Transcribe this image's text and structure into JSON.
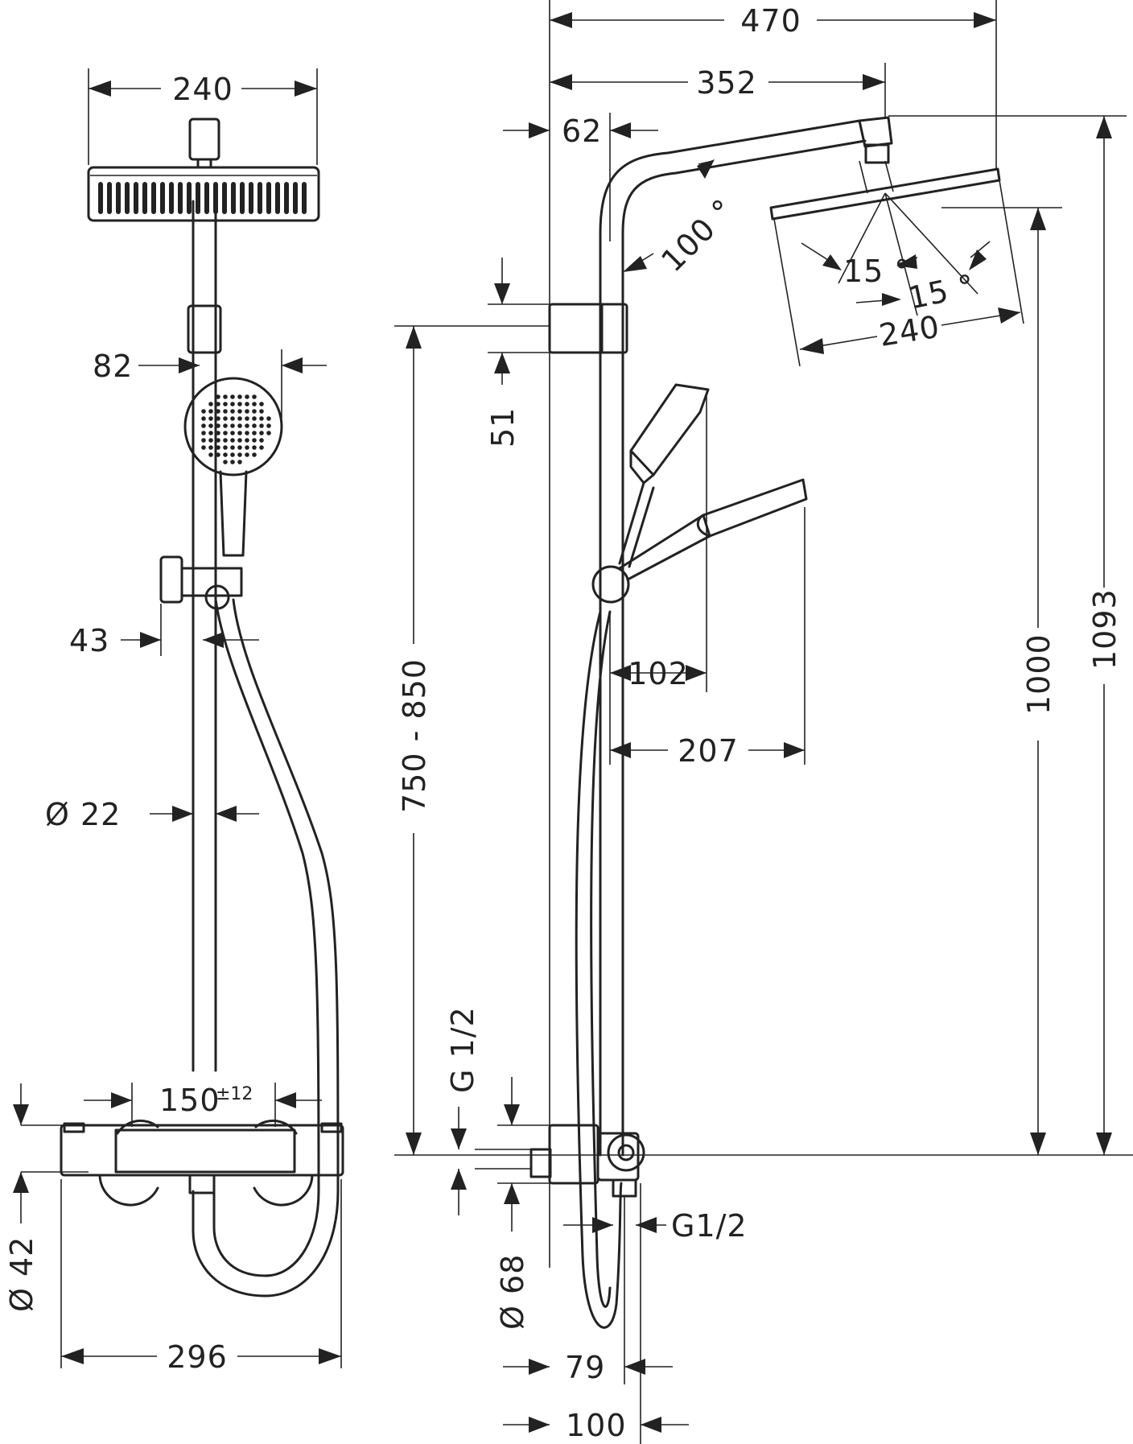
{
  "dimensions": {
    "front_width_head": "240",
    "front_handshower_depth": "82",
    "front_holder_offset": "43",
    "front_rail_diameter": "Ø 22",
    "front_thermo_spacing": "150",
    "front_thermo_spacing_tol": "±12",
    "front_thermo_diameter": "Ø 42",
    "front_thermo_width": "296",
    "side_total_width": "470",
    "side_arm_reach": "352",
    "side_wall_offset": "62",
    "side_arm_angle": "100 °",
    "side_tilt_a": "15 °",
    "side_tilt_b": "15 °",
    "side_head_width": "240",
    "side_bracket_height": "51",
    "side_adjust_range": "750 - 850",
    "side_height_rail": "1000",
    "side_height_total": "1093",
    "side_handshower_102": "102",
    "side_handshower_207": "207",
    "side_inlet_thread": "G 1/2",
    "side_outlet_thread": "G1/2",
    "side_thermo_diameter": "Ø 68",
    "side_thermo_depth": "79",
    "side_thermo_total": "100"
  }
}
